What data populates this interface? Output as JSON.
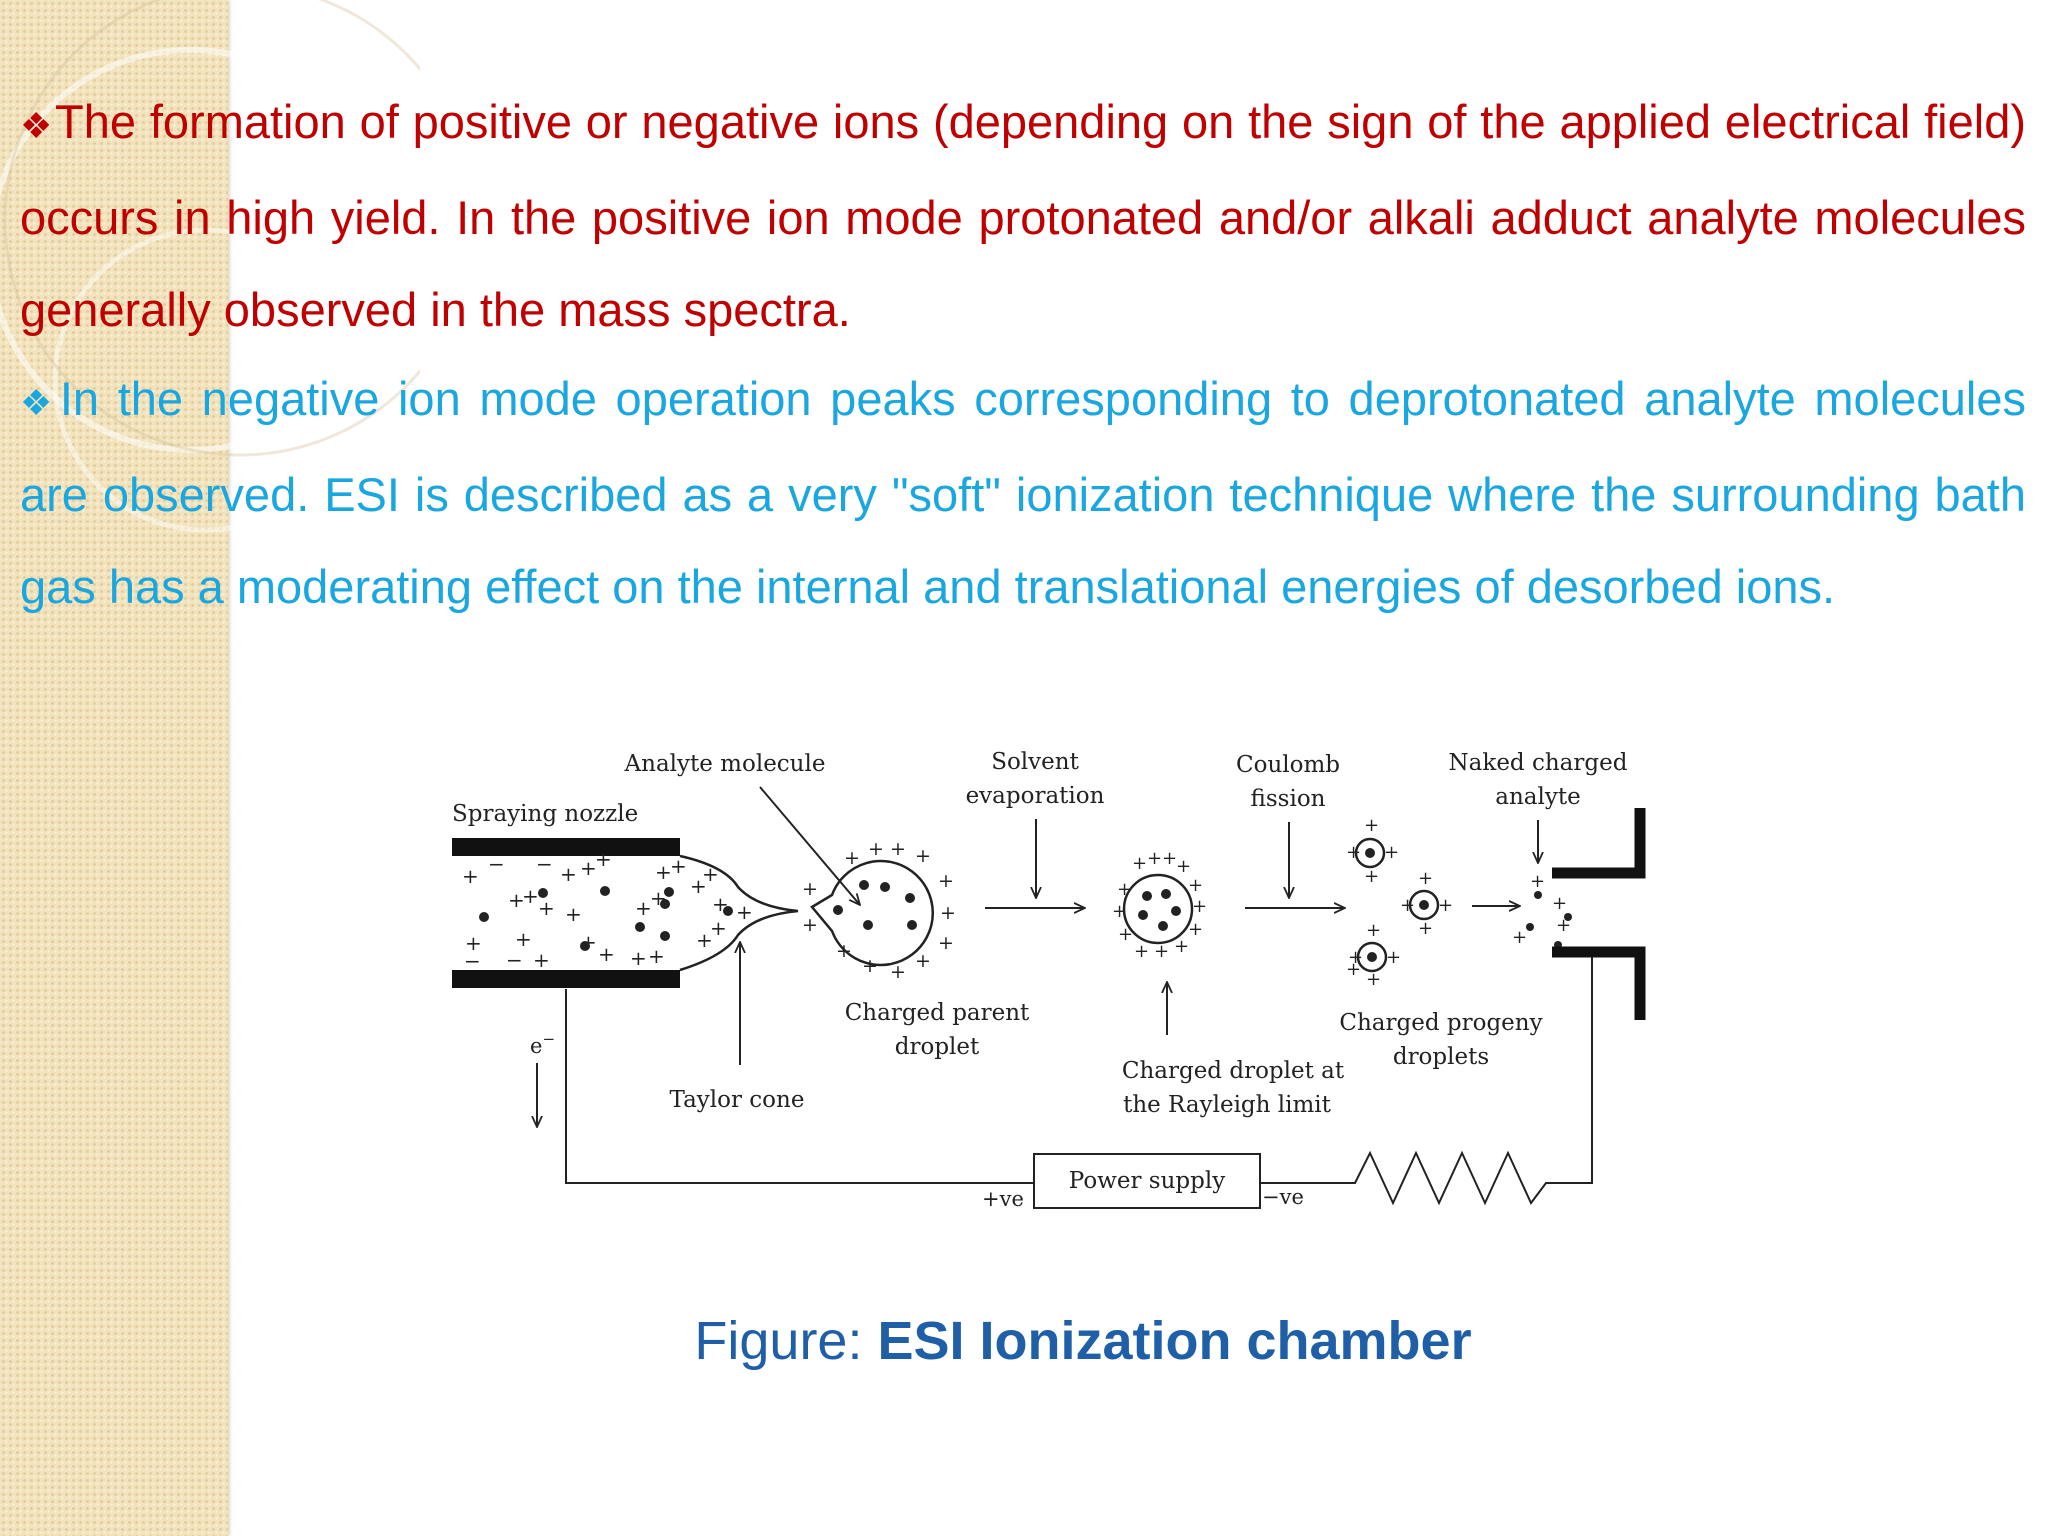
{
  "colors": {
    "heading_red": "#c00000",
    "text_blue": "#1aa7e0",
    "caption_blue": "#1f5fa8",
    "sidebar": "#f2e3bd"
  },
  "bullet_icon": "diamond-bullet",
  "paragraphs": {
    "p1": "The formation of positive or negative ions (depending on the sign of the applied electrical field) occurs in high yield. In the positive ion mode protonated and/or alkali adduct analyte molecules generally observed in the mass spectra.",
    "p2": "In the negative ion mode operation peaks corresponding to deprotonated analyte molecules are observed. ESI is described as a very \"soft\" ionization technique where the surrounding bath gas has a moderating effect on the internal and translational energies of desorbed ions."
  },
  "diagram": {
    "spraying_nozzle": "Spraying nozzle",
    "analyte_molecule": "Analyte molecule",
    "solvent_1": "Solvent",
    "solvent_2": "evaporation",
    "coulomb_1": "Coulomb",
    "coulomb_2": "fission",
    "naked_1": "Naked charged",
    "naked_2": "analyte",
    "parent_1": "Charged parent",
    "parent_2": "droplet",
    "rayleigh_1": "Charged droplet at",
    "rayleigh_2": "the Rayleigh limit",
    "progeny_1": "Charged progeny",
    "progeny_2": "droplets",
    "taylor_cone": "Taylor cone",
    "electron": "e",
    "electron_sup": "−",
    "power_supply": "Power supply",
    "plus_ve": "+ve",
    "minus_ve": "−ve"
  },
  "caption": {
    "prefix": "Figure: ",
    "title": "ESI Ionization chamber"
  }
}
